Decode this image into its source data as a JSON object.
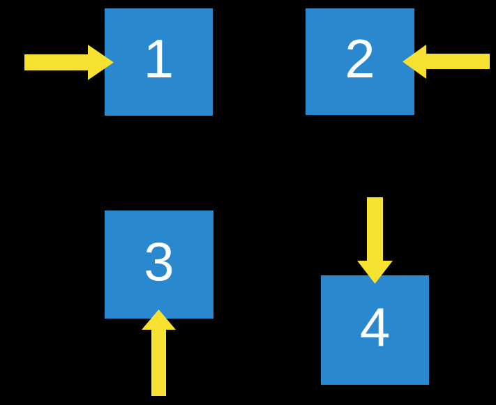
{
  "colors": {
    "background": "#000000",
    "box_fill": "#2A89CE",
    "arrow_fill": "#F7E231",
    "digit_color": "#FFFFFF"
  },
  "boxes": [
    {
      "label": "1",
      "arrow_direction": "right",
      "arrow_icon": "arrow-right-icon"
    },
    {
      "label": "2",
      "arrow_direction": "left",
      "arrow_icon": "arrow-left-icon"
    },
    {
      "label": "3",
      "arrow_direction": "up",
      "arrow_icon": "arrow-up-icon"
    },
    {
      "label": "4",
      "arrow_direction": "down",
      "arrow_icon": "arrow-down-icon"
    }
  ]
}
